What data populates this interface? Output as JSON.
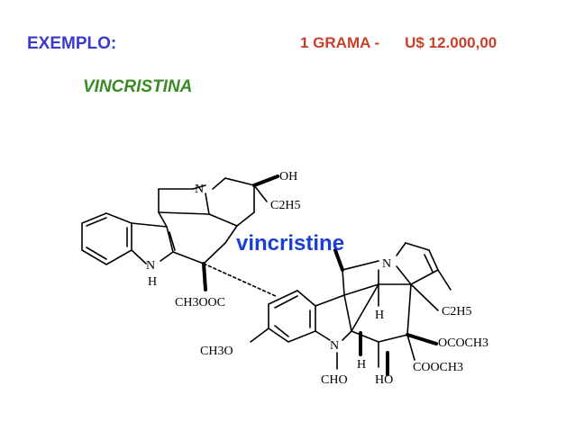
{
  "slide": {
    "label": "EXEMPLO:",
    "quantity": "1 GRAMA  -",
    "price": "U$ 12.000,00",
    "drug_name": "VINCRISTINA"
  },
  "structure": {
    "caption": "vincristine",
    "labels": {
      "n_top": "N",
      "oh_top": "OH",
      "c2h5_top": "C2H5",
      "nh": "N",
      "nh_h": "H",
      "ester_top": "CH3OOC",
      "n_right": "N",
      "h_bridge": "H",
      "c2h5_right": "C2H5",
      "methoxy": "CH3O",
      "n_bottom": "N",
      "h_bottom": "H",
      "acetoxy": "OCOCH3",
      "ester_bottom": "COOCH3",
      "cho": "CHO",
      "ho": "HO"
    }
  },
  "colors": {
    "label": "#3a3acd",
    "price": "#c8402a",
    "drug_name": "#3a8a26",
    "caption": "#1a3fd6"
  }
}
